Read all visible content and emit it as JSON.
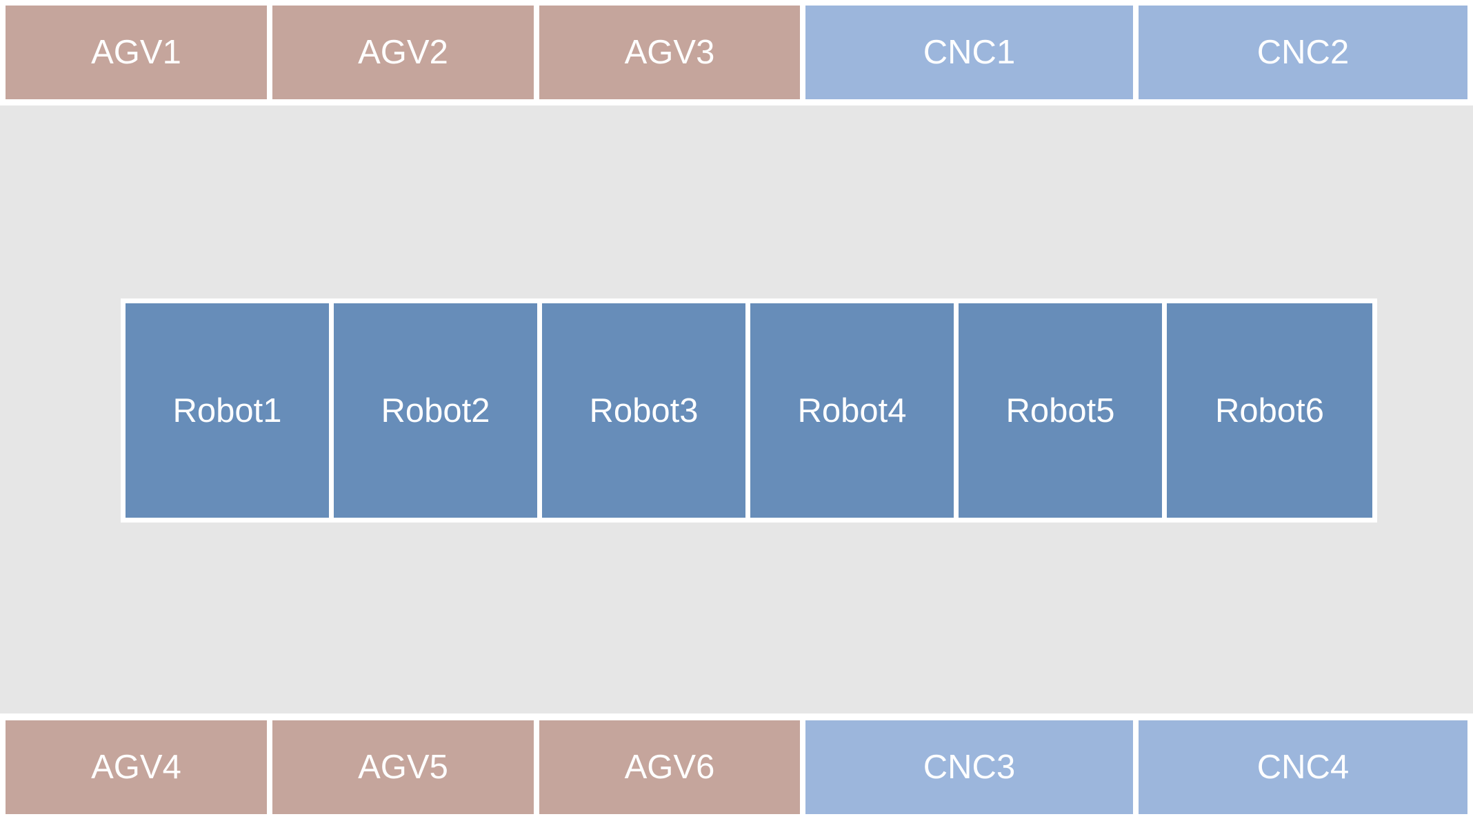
{
  "top_row": [
    {
      "label": "AGV1",
      "kind": "agv"
    },
    {
      "label": "AGV2",
      "kind": "agv"
    },
    {
      "label": "AGV3",
      "kind": "agv"
    },
    {
      "label": "CNC1",
      "kind": "cnc"
    },
    {
      "label": "CNC2",
      "kind": "cnc"
    }
  ],
  "robots": [
    {
      "label": "Robot1"
    },
    {
      "label": "Robot2"
    },
    {
      "label": "Robot3"
    },
    {
      "label": "Robot4"
    },
    {
      "label": "Robot5"
    },
    {
      "label": "Robot6"
    }
  ],
  "bottom_row": [
    {
      "label": "AGV4",
      "kind": "agv"
    },
    {
      "label": "AGV5",
      "kind": "agv"
    },
    {
      "label": "AGV6",
      "kind": "agv"
    },
    {
      "label": "CNC3",
      "kind": "cnc"
    },
    {
      "label": "CNC4",
      "kind": "cnc"
    }
  ],
  "colors": {
    "agv": "#c5a59c",
    "cnc": "#9cb6dc",
    "robot": "#678db9",
    "floor": "#e6e6e6",
    "label": "#ffffff"
  }
}
